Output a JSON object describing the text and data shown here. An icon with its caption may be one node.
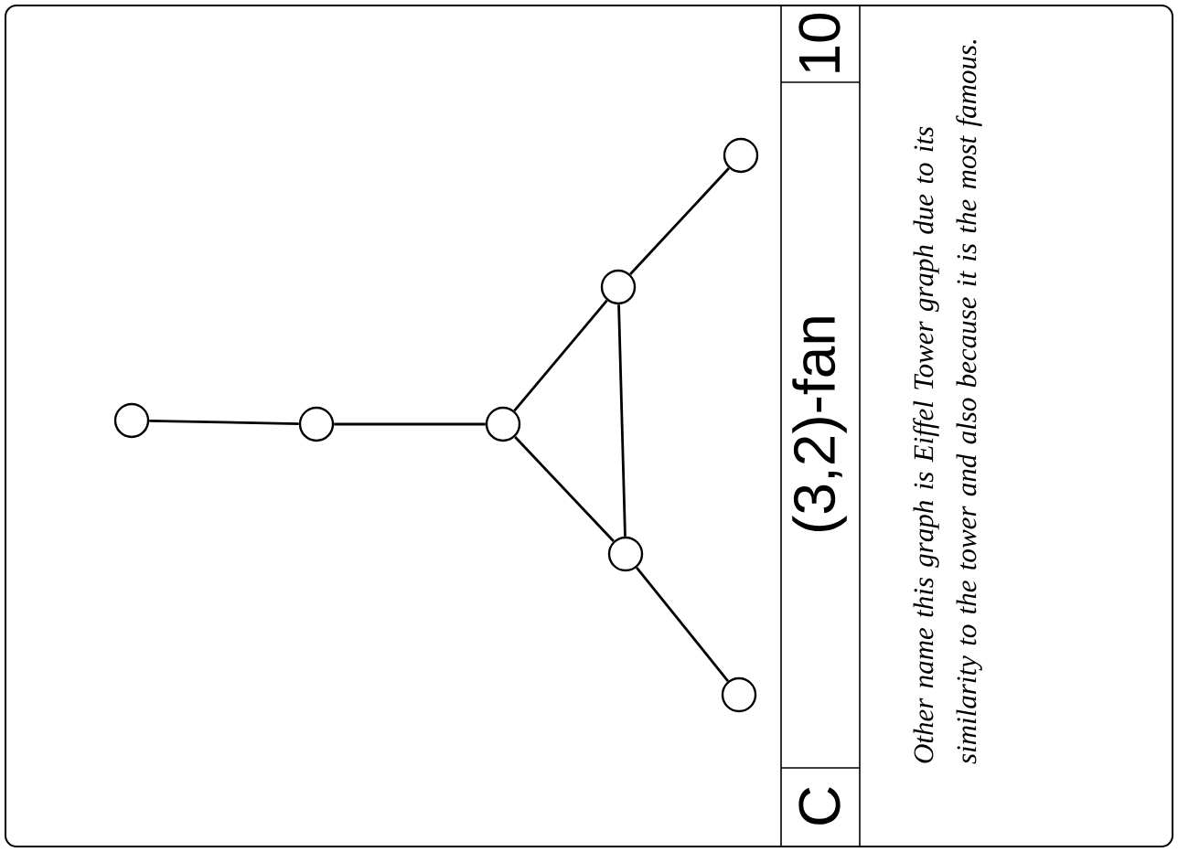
{
  "diagram": {
    "nodes": [
      {
        "text": [],
        "shape": "circle"
      },
      {
        "text": [],
        "shape": "circle"
      },
      {
        "text": [],
        "shape": "circle"
      },
      {
        "text": [],
        "shape": "circle"
      },
      {
        "text": [],
        "shape": "circle"
      },
      {
        "text": [],
        "shape": "circle"
      },
      {
        "text": [],
        "shape": "circle"
      }
    ],
    "edges": [
      {
        "from": 0,
        "to": 1,
        "arrow": "none"
      },
      {
        "from": 1,
        "to": 2,
        "arrow": "none"
      },
      {
        "from": 2,
        "to": 3,
        "arrow": "none"
      },
      {
        "from": 2,
        "to": 4,
        "arrow": "none"
      },
      {
        "from": 3,
        "to": 4,
        "arrow": "none"
      },
      {
        "from": 3,
        "to": 5,
        "arrow": "none"
      },
      {
        "from": 4,
        "to": 6,
        "arrow": "none"
      }
    ],
    "labels": [
      "10",
      "(3,2)-fan",
      "C",
      "Other name this graph is Eiffel Tower graph due to its similarity to the tower and also because it is the most famous."
    ]
  }
}
